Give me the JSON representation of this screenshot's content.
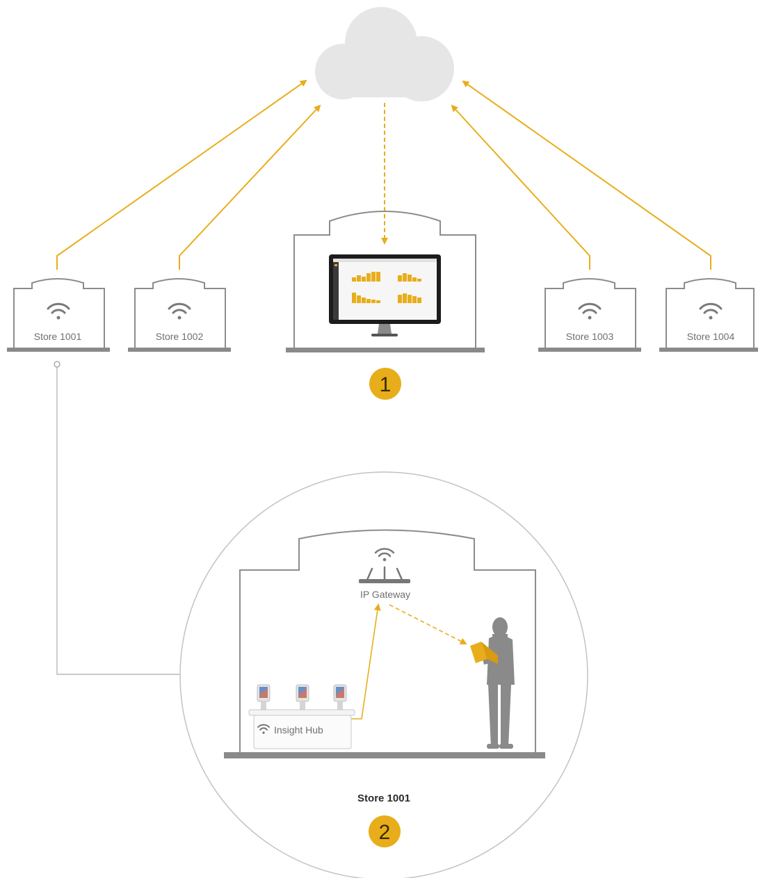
{
  "stores": [
    {
      "label": "Store 1001"
    },
    {
      "label": "Store 1002"
    },
    {
      "label": "Store 1003"
    },
    {
      "label": "Store 1004"
    }
  ],
  "detail": {
    "store_label": "Store 1001",
    "gateway_label": "IP Gateway",
    "hub_label": "Insight Hub"
  },
  "badges": {
    "one": "1",
    "two": "2"
  },
  "colors": {
    "accent": "#e8ad1a",
    "building_stroke": "#8c8c8c",
    "ground": "#8a8a8a",
    "cloud": "#e6e6e6",
    "figure": "#8a8a8a"
  }
}
